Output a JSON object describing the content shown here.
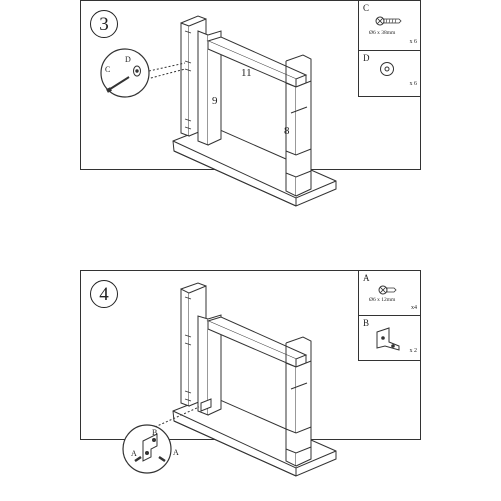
{
  "steps": [
    {
      "number": "3",
      "panel_labels": {
        "p11": "11",
        "p9": "9",
        "p8": "8"
      },
      "detail": {
        "screw_label": "C",
        "washer_label": "D"
      },
      "parts": [
        {
          "letter": "C",
          "spec": "Ø6 x 38mm",
          "qty": "x 6",
          "icon": "screw-icon"
        },
        {
          "letter": "D",
          "spec": "",
          "qty": "x 6",
          "icon": "washer-icon"
        }
      ]
    },
    {
      "number": "4",
      "detail": {
        "bracket_label": "B",
        "screw_label_left": "A",
        "screw_label_right": "A"
      },
      "parts": [
        {
          "letter": "A",
          "spec": "Ø6 x 12mm",
          "qty": "x4",
          "icon": "screw-icon"
        },
        {
          "letter": "B",
          "spec": "",
          "qty": "x 2",
          "icon": "bracket-icon"
        }
      ]
    }
  ]
}
